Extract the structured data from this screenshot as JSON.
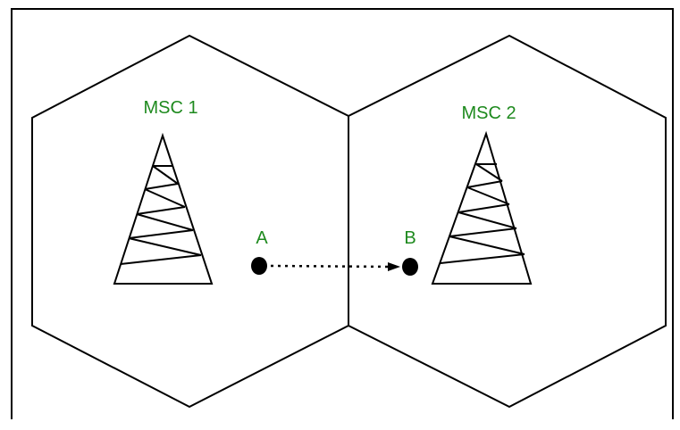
{
  "labels": {
    "cell1": "MSC 1",
    "cell2": "MSC 2",
    "point_a": "A",
    "point_b": "B"
  },
  "colors": {
    "label": "#1e8a1e",
    "stroke": "#000000",
    "background": "#ffffff"
  },
  "icons": {
    "tower": "cell-tower-icon",
    "arrow": "arrow-icon"
  }
}
